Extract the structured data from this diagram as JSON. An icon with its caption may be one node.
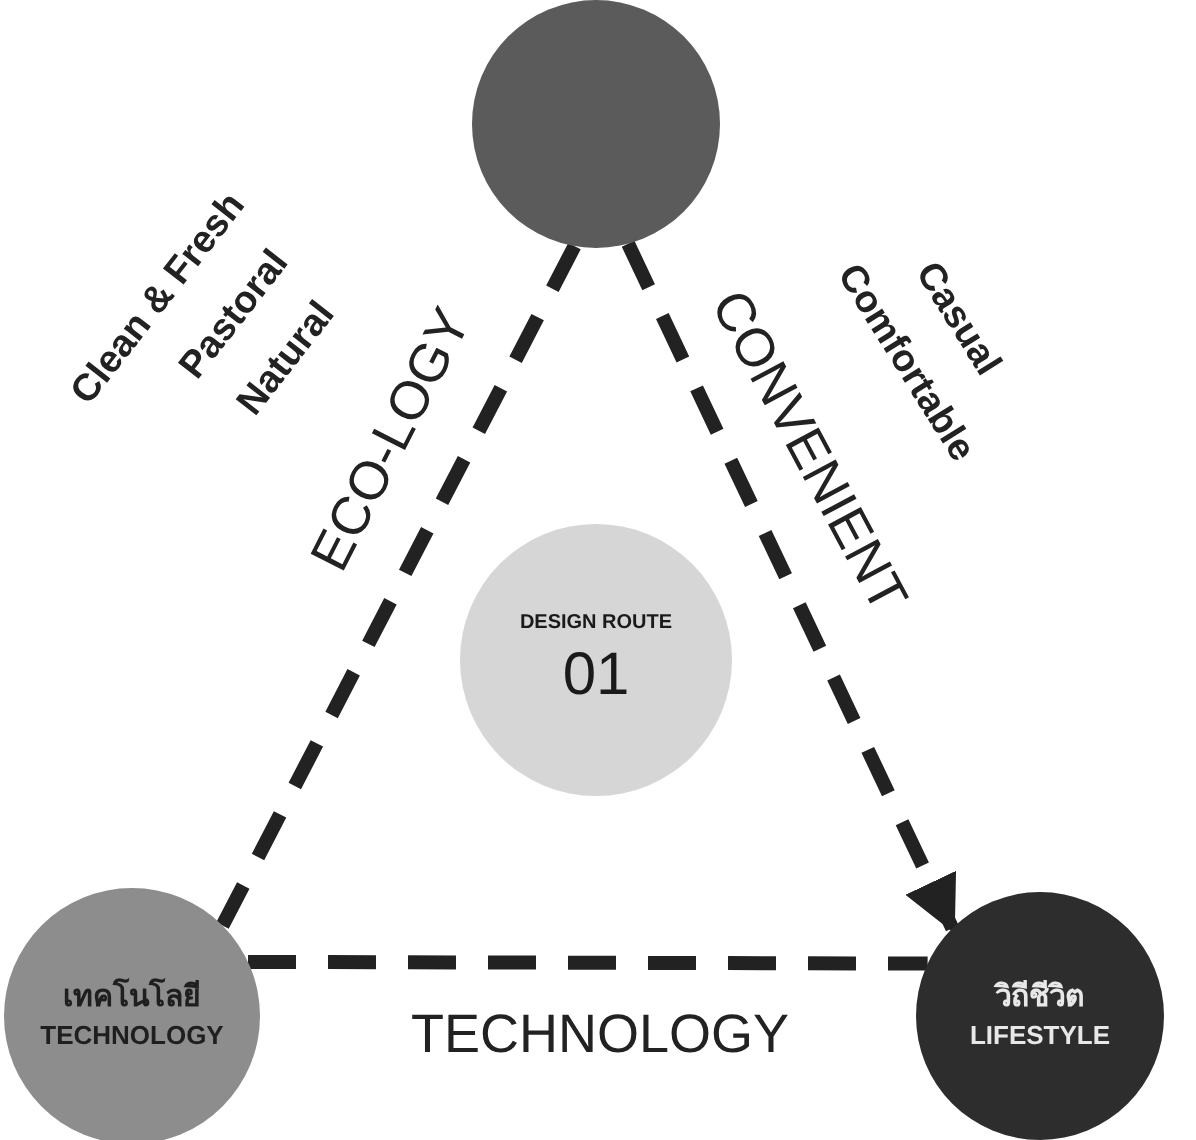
{
  "diagram": {
    "nodes": [
      {
        "text": [],
        "shape": "circle"
      },
      {
        "text": [
          "DESIGN ROUTE",
          "01"
        ]
      },
      {
        "text": [
          "เทคโนโลยี",
          "TECHNOLOGY"
        ]
      },
      {
        "text": [
          "วิถีชีวิต",
          "LIFESTYLE"
        ]
      }
    ],
    "edges": [
      {
        "from": 0,
        "to": 2,
        "arrow": "none",
        "label": "ECO-LOGY",
        "style": "dashed"
      },
      {
        "from": 0,
        "to": 3,
        "arrow": "to",
        "label": "CONVENIENT",
        "style": "dashed"
      },
      {
        "from": 2,
        "to": 3,
        "arrow": "none",
        "label": "TECHNOLOGY",
        "style": "dashed"
      }
    ],
    "labels": [
      "Clean & Fresh",
      "Pastoral",
      "Natural",
      "Casual",
      "Comfortable"
    ]
  }
}
